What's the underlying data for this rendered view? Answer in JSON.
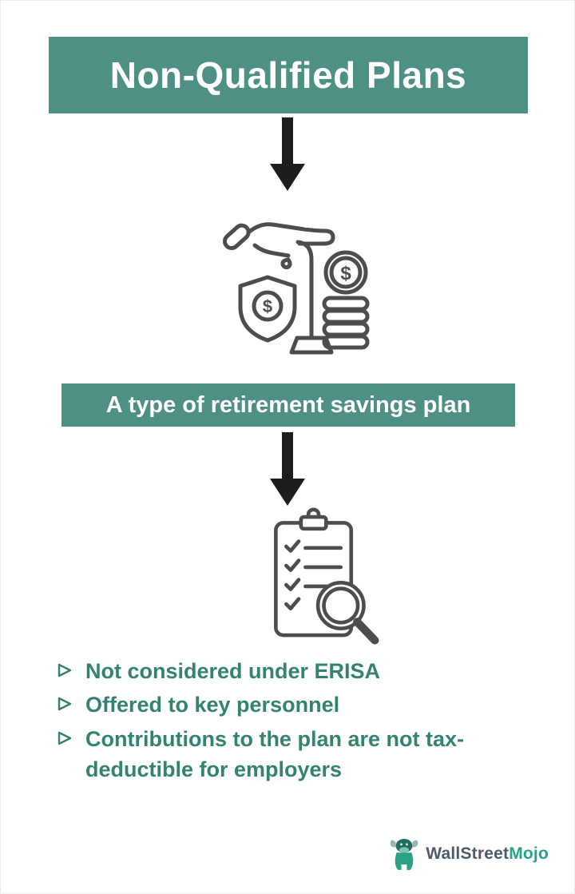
{
  "header": {
    "title": "Non-Qualified Plans"
  },
  "flow": {
    "subtitle": "A type of retirement savings plan"
  },
  "bullets": {
    "items": [
      "Not considered under ERISA",
      "Offered to key personnel",
      "Contributions to the plan are not tax-deductible for employers"
    ]
  },
  "icons": {
    "money_icon": "hand-giving-money-with-shield-and-coins",
    "checklist_icon": "clipboard-checklist-with-magnifier",
    "dollar_sign": "$"
  },
  "logo": {
    "name_part1": "WallStreet",
    "name_part2": "Mojo"
  },
  "colors": {
    "banner_green": "#4e9184",
    "bullet_teal": "#34836f",
    "arrow_black": "#1d1d1b",
    "icon_gray": "#4d4d4d",
    "logo_gray": "#4e5b66",
    "logo_green": "#27a28a"
  }
}
